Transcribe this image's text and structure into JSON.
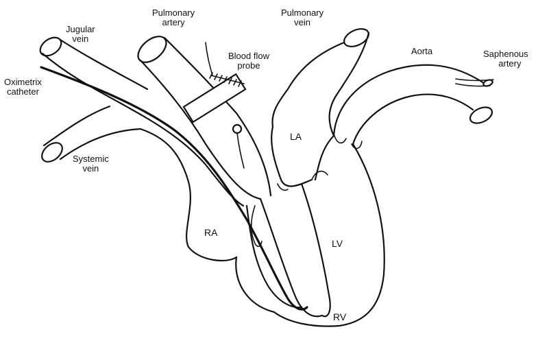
{
  "labels": {
    "jugular_vein": [
      "Jugular",
      "vein"
    ],
    "pulmonary_artery": [
      "Pulmonary",
      "artery"
    ],
    "pulmonary_vein": [
      "Pulmonary",
      "vein"
    ],
    "blood_flow_probe": [
      "Blood flow",
      "probe"
    ],
    "aorta": "Aorta",
    "saphenous_artery": [
      "Saphenous",
      "artery"
    ],
    "oximetrix_catheter": [
      "Oximetrix",
      "catheter"
    ],
    "systemic_vein": [
      "Systemic",
      "vein"
    ],
    "la": "LA",
    "ra": "RA",
    "lv": "LV",
    "rv": "RV"
  }
}
